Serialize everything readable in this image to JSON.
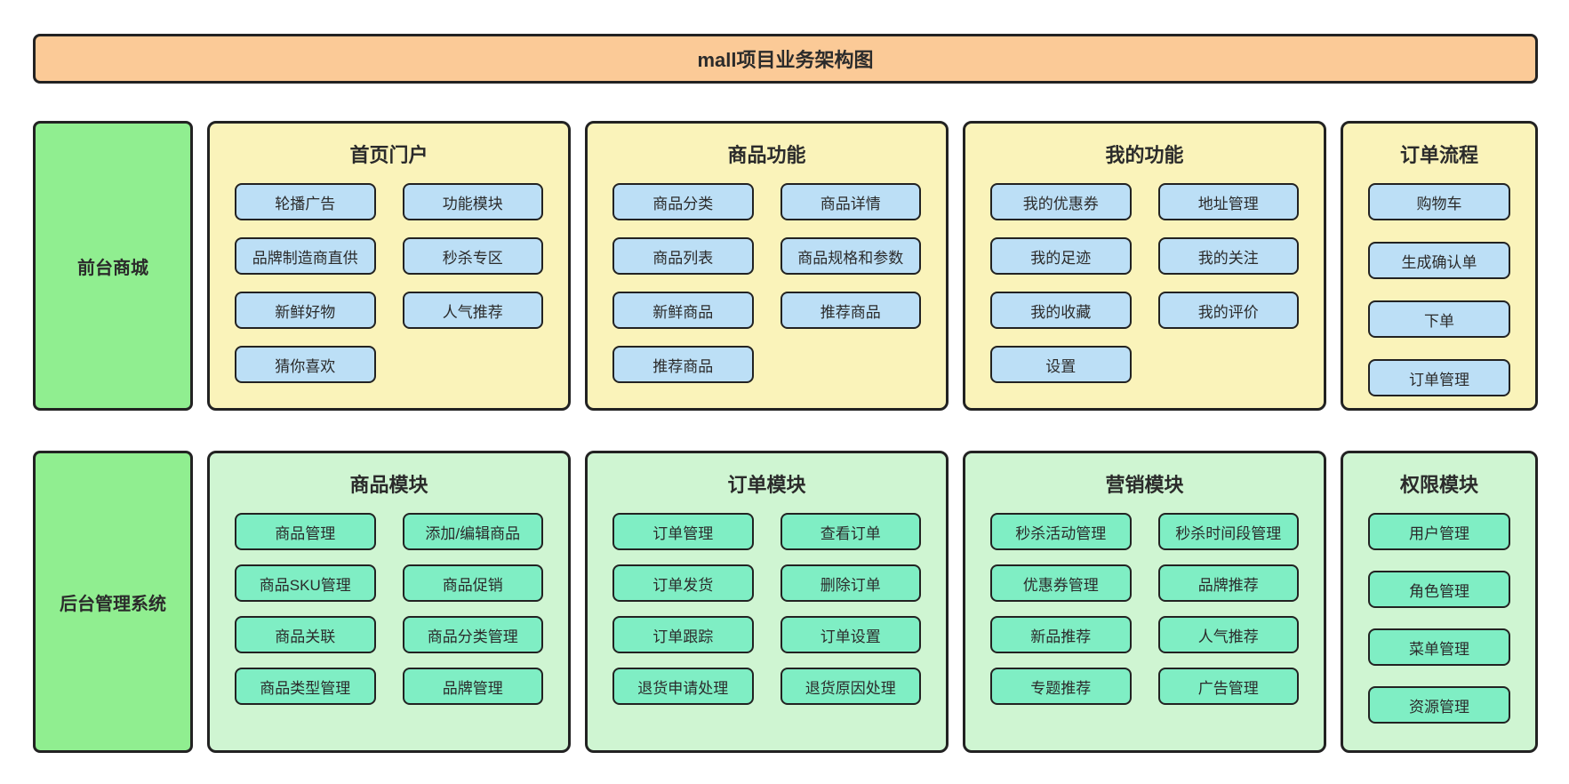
{
  "title": "mall项目业务架构图",
  "colors": {
    "title_bg": "#FBCA97",
    "sidebar_bg": "#90EE90",
    "frontend_panel_bg": "#FAF3BA",
    "frontend_button_bg": "#BCDFF6",
    "backend_panel_bg": "#CFF5D2",
    "backend_button_bg": "#7FEEC4",
    "border": "#222222",
    "text": "#2B2B2B"
  },
  "rows": [
    {
      "label": "前台商城",
      "sections": [
        {
          "title": "首页门户",
          "buttons": [
            "轮播广告",
            "功能模块",
            "品牌制造商直供",
            "秒杀专区",
            "新鲜好物",
            "人气推荐",
            "猜你喜欢"
          ]
        },
        {
          "title": "商品功能",
          "buttons": [
            "商品分类",
            "商品详情",
            "商品列表",
            "商品规格和参数",
            "新鲜商品",
            "推荐商品",
            "推荐商品"
          ]
        },
        {
          "title": "我的功能",
          "buttons": [
            "我的优惠券",
            "地址管理",
            "我的足迹",
            "我的关注",
            "我的收藏",
            "我的评价",
            "设置"
          ]
        },
        {
          "title": "订单流程",
          "buttons": [
            "购物车",
            "生成确认单",
            "下单",
            "订单管理"
          ]
        }
      ]
    },
    {
      "label": "后台管理系统",
      "sections": [
        {
          "title": "商品模块",
          "buttons": [
            "商品管理",
            "添加/编辑商品",
            "商品SKU管理",
            "商品促销",
            "商品关联",
            "商品分类管理",
            "商品类型管理",
            "品牌管理"
          ]
        },
        {
          "title": "订单模块",
          "buttons": [
            "订单管理",
            "查看订单",
            "订单发货",
            "删除订单",
            "订单跟踪",
            "订单设置",
            "退货申请处理",
            "退货原因处理"
          ]
        },
        {
          "title": "营销模块",
          "buttons": [
            "秒杀活动管理",
            "秒杀时间段管理",
            "优惠券管理",
            "品牌推荐",
            "新品推荐",
            "人气推荐",
            "专题推荐",
            "广告管理"
          ]
        },
        {
          "title": "权限模块",
          "buttons": [
            "用户管理",
            "角色管理",
            "菜单管理",
            "资源管理"
          ]
        }
      ]
    }
  ]
}
